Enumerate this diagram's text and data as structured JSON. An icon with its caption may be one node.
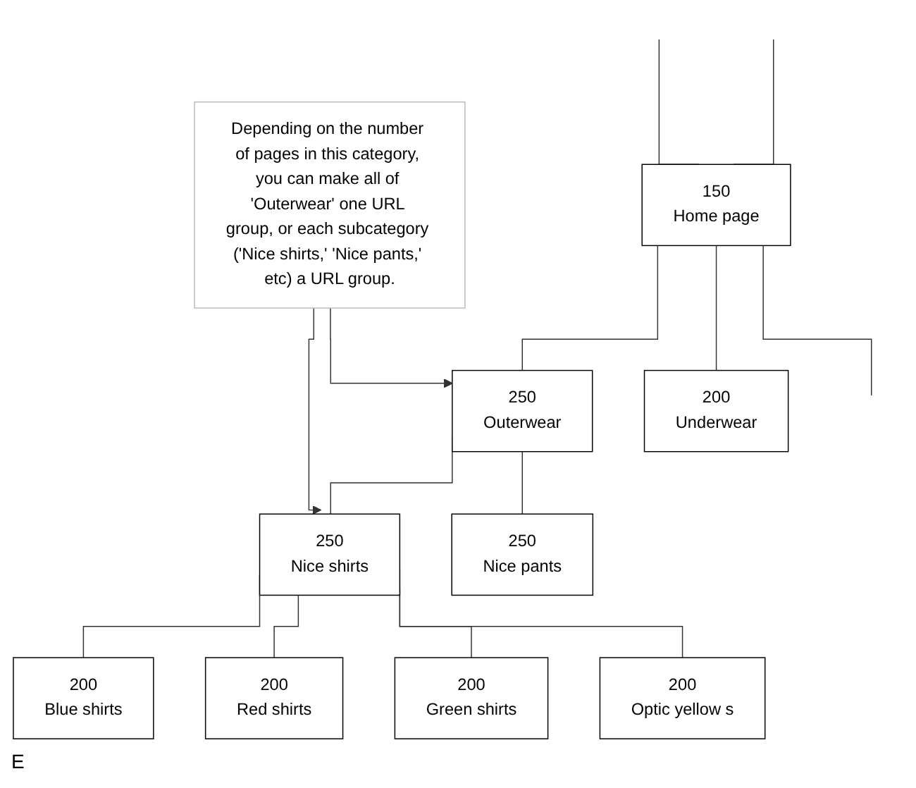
{
  "diagram": {
    "nodes": [
      {
        "text": [
          "Depending on the number of pages in this category, you can make all of 'Outerwear' one URL group, or each subcategory ('Nice shirts,' 'Nice pants,' etc) a URL group."
        ]
      },
      {
        "text": [
          "150",
          "Home page"
        ]
      },
      {
        "text": [
          "250",
          "Outerwear"
        ]
      },
      {
        "text": [
          "200",
          "Underwear"
        ]
      },
      {
        "text": [
          "250",
          "Nice shirts"
        ]
      },
      {
        "text": [
          "250",
          "Nice pants"
        ]
      },
      {
        "text": [
          "200",
          "Blue shirts"
        ]
      },
      {
        "text": [
          "200",
          "Red shirts"
        ]
      },
      {
        "text": [
          "200",
          "Green shirts"
        ]
      },
      {
        "text": [
          "200",
          "Optic yellow s"
        ]
      }
    ],
    "edges": [
      {
        "from": null,
        "to": 1,
        "arrow": "none"
      },
      {
        "from": null,
        "to": 1,
        "arrow": "none"
      },
      {
        "from": 1,
        "to": 2,
        "arrow": "none"
      },
      {
        "from": 1,
        "to": 3,
        "arrow": "none"
      },
      {
        "from": 1,
        "to": null,
        "arrow": "none"
      },
      {
        "from": 0,
        "to": 4,
        "arrow": "to"
      },
      {
        "from": 0,
        "to": 2,
        "arrow": "to"
      },
      {
        "from": 2,
        "to": 4,
        "arrow": "none"
      },
      {
        "from": 2,
        "to": 5,
        "arrow": "none"
      },
      {
        "from": 4,
        "to": 6,
        "arrow": "none"
      },
      {
        "from": 4,
        "to": 7,
        "arrow": "none"
      },
      {
        "from": 4,
        "to": 8,
        "arrow": "none"
      },
      {
        "from": 4,
        "to": 9,
        "arrow": "none"
      }
    ],
    "labels": [
      "E"
    ]
  }
}
